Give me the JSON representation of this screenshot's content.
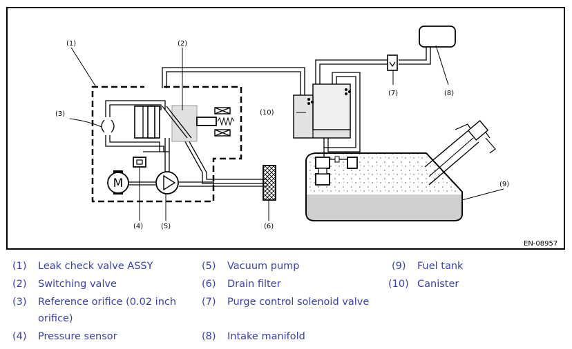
{
  "diagram": {
    "callouts": [
      "(1)",
      "(2)",
      "(3)",
      "(10)",
      "(7)",
      "(8)",
      "(9)",
      "(4)",
      "(5)",
      "(6)"
    ],
    "motor_symbol": "M",
    "figure_id": "EN-08957"
  },
  "legend": [
    {
      "num": "(1)",
      "text": "Leak check valve ASSY"
    },
    {
      "num": "(2)",
      "text": "Switching valve"
    },
    {
      "num": "(3)",
      "text": "Reference orifice (0.02 inch"
    },
    {
      "num": "",
      "text": "orifice)"
    },
    {
      "num": "(4)",
      "text": "Pressure sensor"
    },
    {
      "num": "(5)",
      "text": "Vacuum pump"
    },
    {
      "num": "(6)",
      "text": "Drain filter"
    },
    {
      "num": "(7)",
      "text": "Purge control solenoid valve"
    },
    {
      "num": "(8)",
      "text": "Intake manifold"
    },
    {
      "num": "(9)",
      "text": "Fuel tank"
    },
    {
      "num": "(10)",
      "text": "Canister"
    }
  ]
}
